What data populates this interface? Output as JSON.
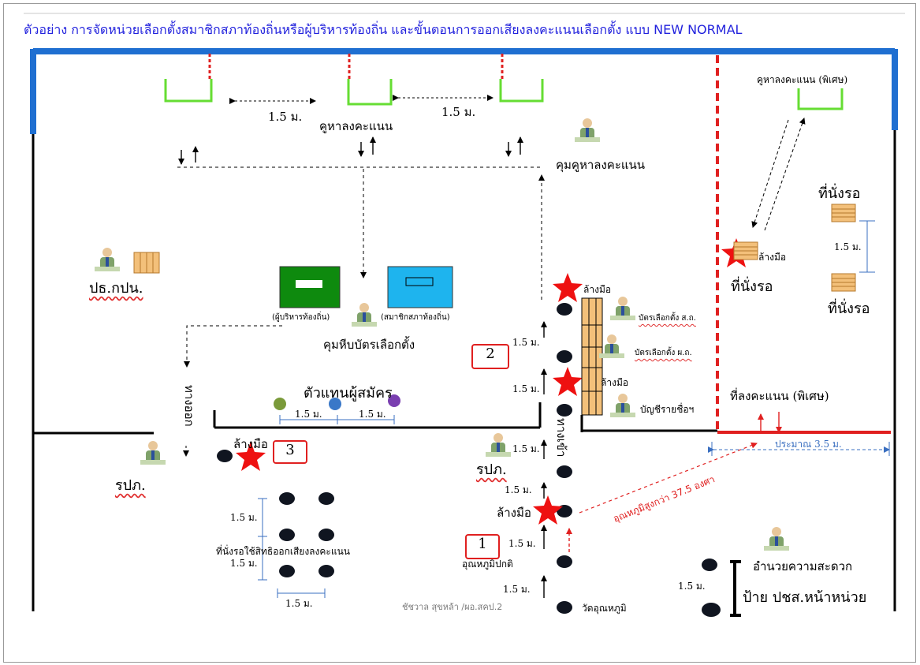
{
  "title": "ตัวอย่าง การจัดหน่วยเลือกตั้งสมาชิกสภาท้องถิ่นหรือผู้บริหารท้องถิ่น และขั้นตอนการออกเสียงลงคะแนนเลือกตั้ง แบบ NEW NORMAL",
  "colors": {
    "title": "#2222dd",
    "wall_blue": "#1f6fd1",
    "booth": "#66dd33",
    "red": "#e02020",
    "dim_line": "#3a6fc0",
    "ballot_green": "#0e8a0e",
    "ballot_blue": "#1eb4ee"
  },
  "labels": {
    "booth": "คูหาลงคะแนน",
    "booth_special": "คูหาลงคะแนน (พิเศษ)",
    "booth_supervisor": "คุมคูหาลงคะแนน",
    "chair": "ปธ.กปน.",
    "box_exec_caption": "(ผู้บริหารท้องถิ่น)",
    "box_council_caption": "(สมาชิกสภาท้องถิ่น)",
    "box_supervisor": "คุมหีบบัตรเลือกตั้ง",
    "candidates_rep": "ตัวแทนผู้สมัคร",
    "exit": "ทางออก",
    "entrance": "ทางเข้า",
    "security_left": "รปภ.",
    "security_center": "รปภ.",
    "handwash": "ล้างมือ",
    "ballot_council": "บัตรเลือกตั้ง ส.ถ.",
    "ballot_exec": "บัตรเลือกตั้ง ผ.ถ.",
    "voter_list": "บัญชีรายชื่อฯ",
    "waiting_seats": "ที่นั่งรอ",
    "special_area": "ที่ลงคะแนน (พิเศษ)",
    "approx_width": "ประมาณ 3.5 ม.",
    "temp_normal": "อุณหภูมิปกติ",
    "temp_check": "วัดอุณหภูมิ",
    "temp_high": "อุณหภูมิสูงกว่า 37.5 องศา",
    "waiting_voters": "ที่นั่งรอใช้สิทธิออกเสียงลงคะแนน",
    "facilitator": "อำนวยความสะดวก",
    "sign": "ป้าย ปชส.หน้าหน่วย",
    "credit": "ชัชวาล สุขหล้า /ผอ.สคป.2"
  },
  "distance": "1.5 ม.",
  "step_numbers": [
    "1",
    "2",
    "3"
  ]
}
